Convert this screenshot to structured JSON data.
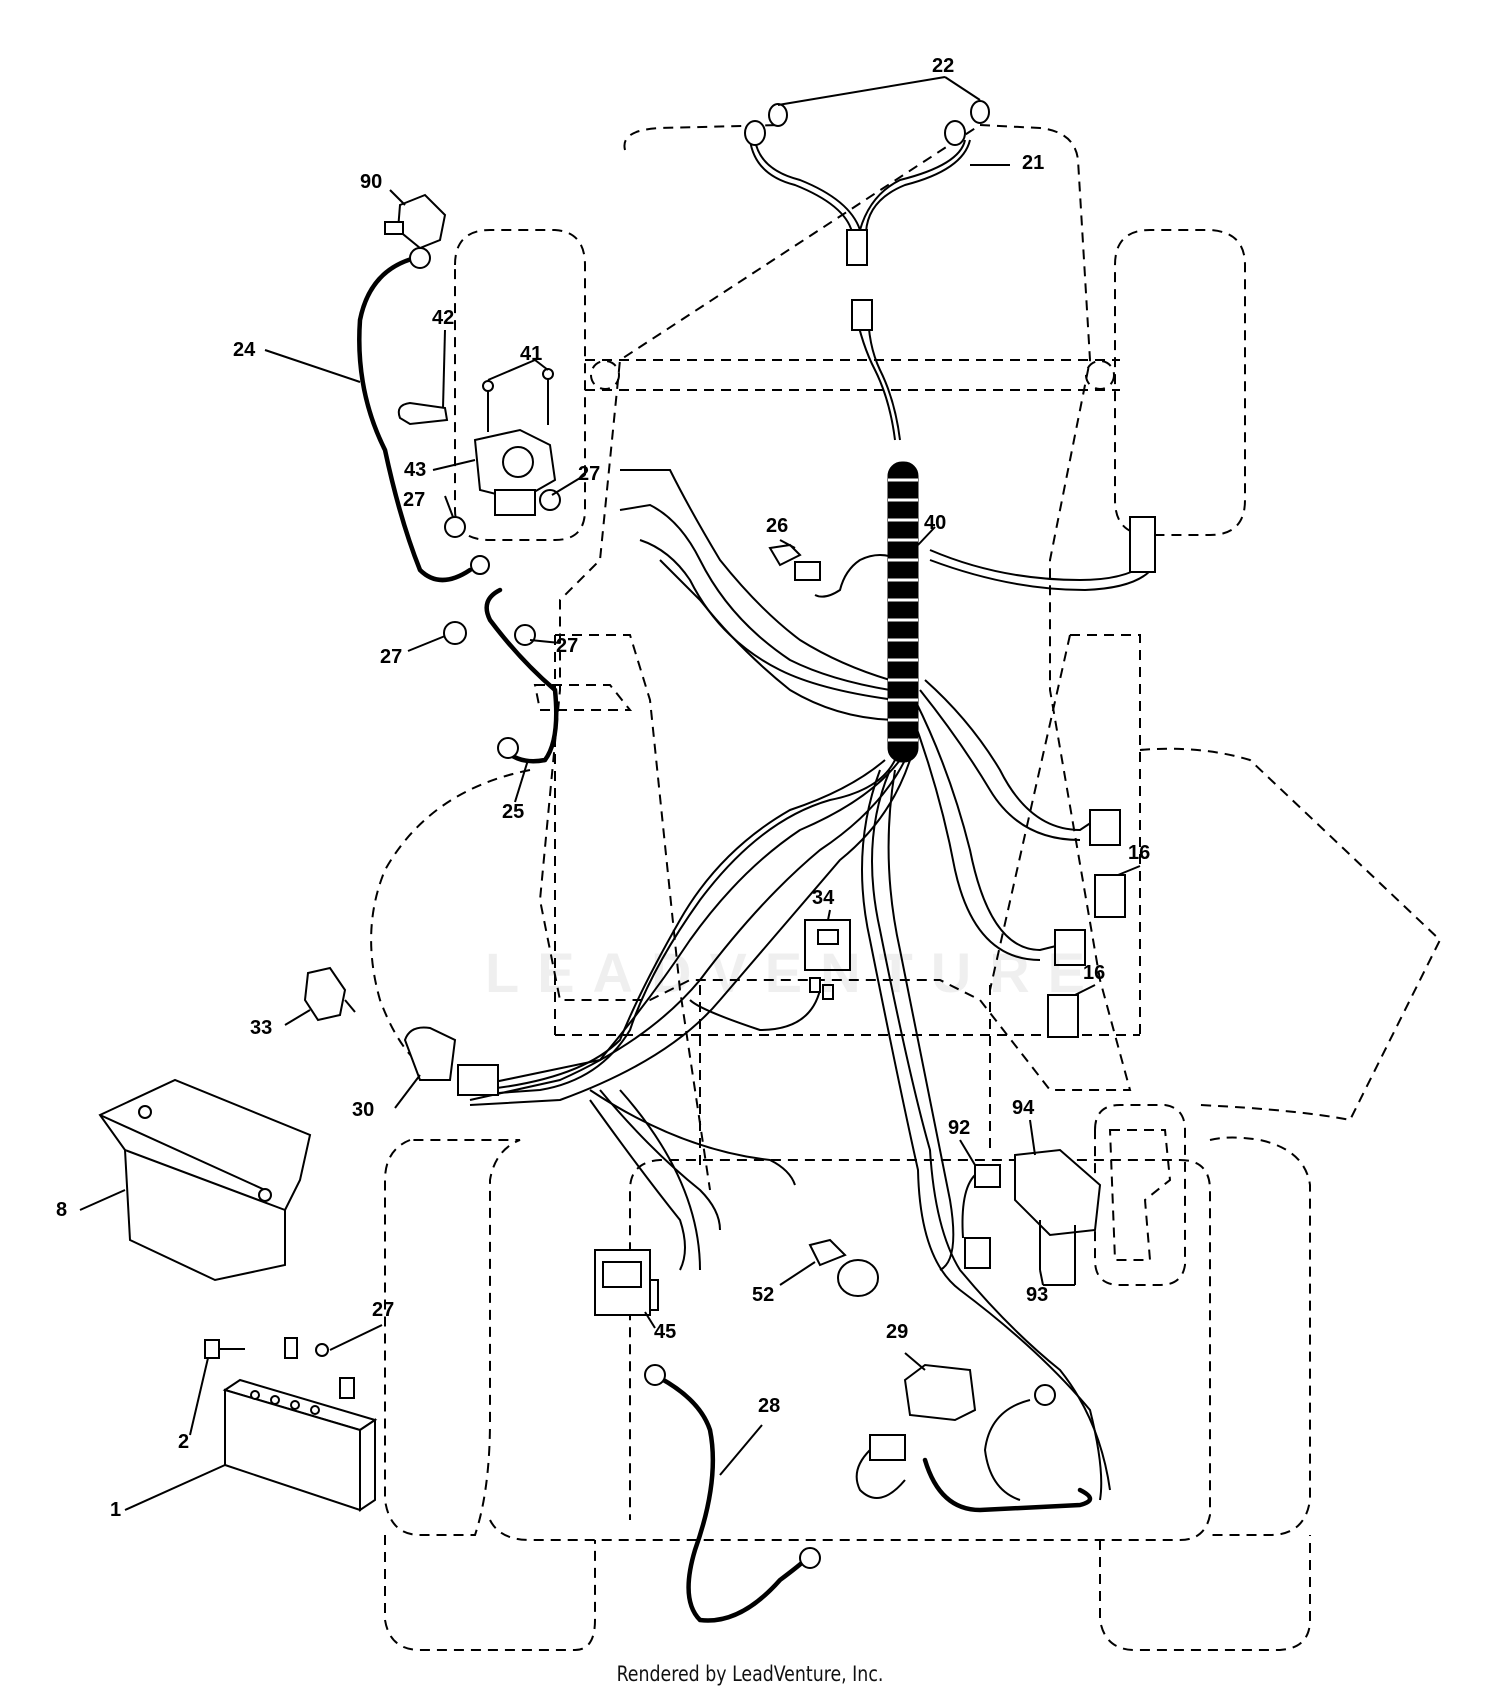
{
  "labels": {
    "p22": "22",
    "p21": "21",
    "p90": "90",
    "p24": "24",
    "p42": "42",
    "p41": "41",
    "p43": "43",
    "p27a": "27",
    "p27b": "27",
    "p27c": "27",
    "p27d": "27",
    "p27e": "27",
    "p26": "26",
    "p40": "40",
    "p25": "25",
    "p16a": "16",
    "p16b": "16",
    "p34": "34",
    "p33": "33",
    "p30": "30",
    "p8": "8",
    "p92": "92",
    "p94": "94",
    "p93": "93",
    "p52": "52",
    "p45": "45",
    "p28": "28",
    "p29": "29",
    "p2": "2",
    "p1": "1"
  },
  "footer": "Rendered by LeadVenture, Inc.",
  "watermark": "LEADVENTURE"
}
